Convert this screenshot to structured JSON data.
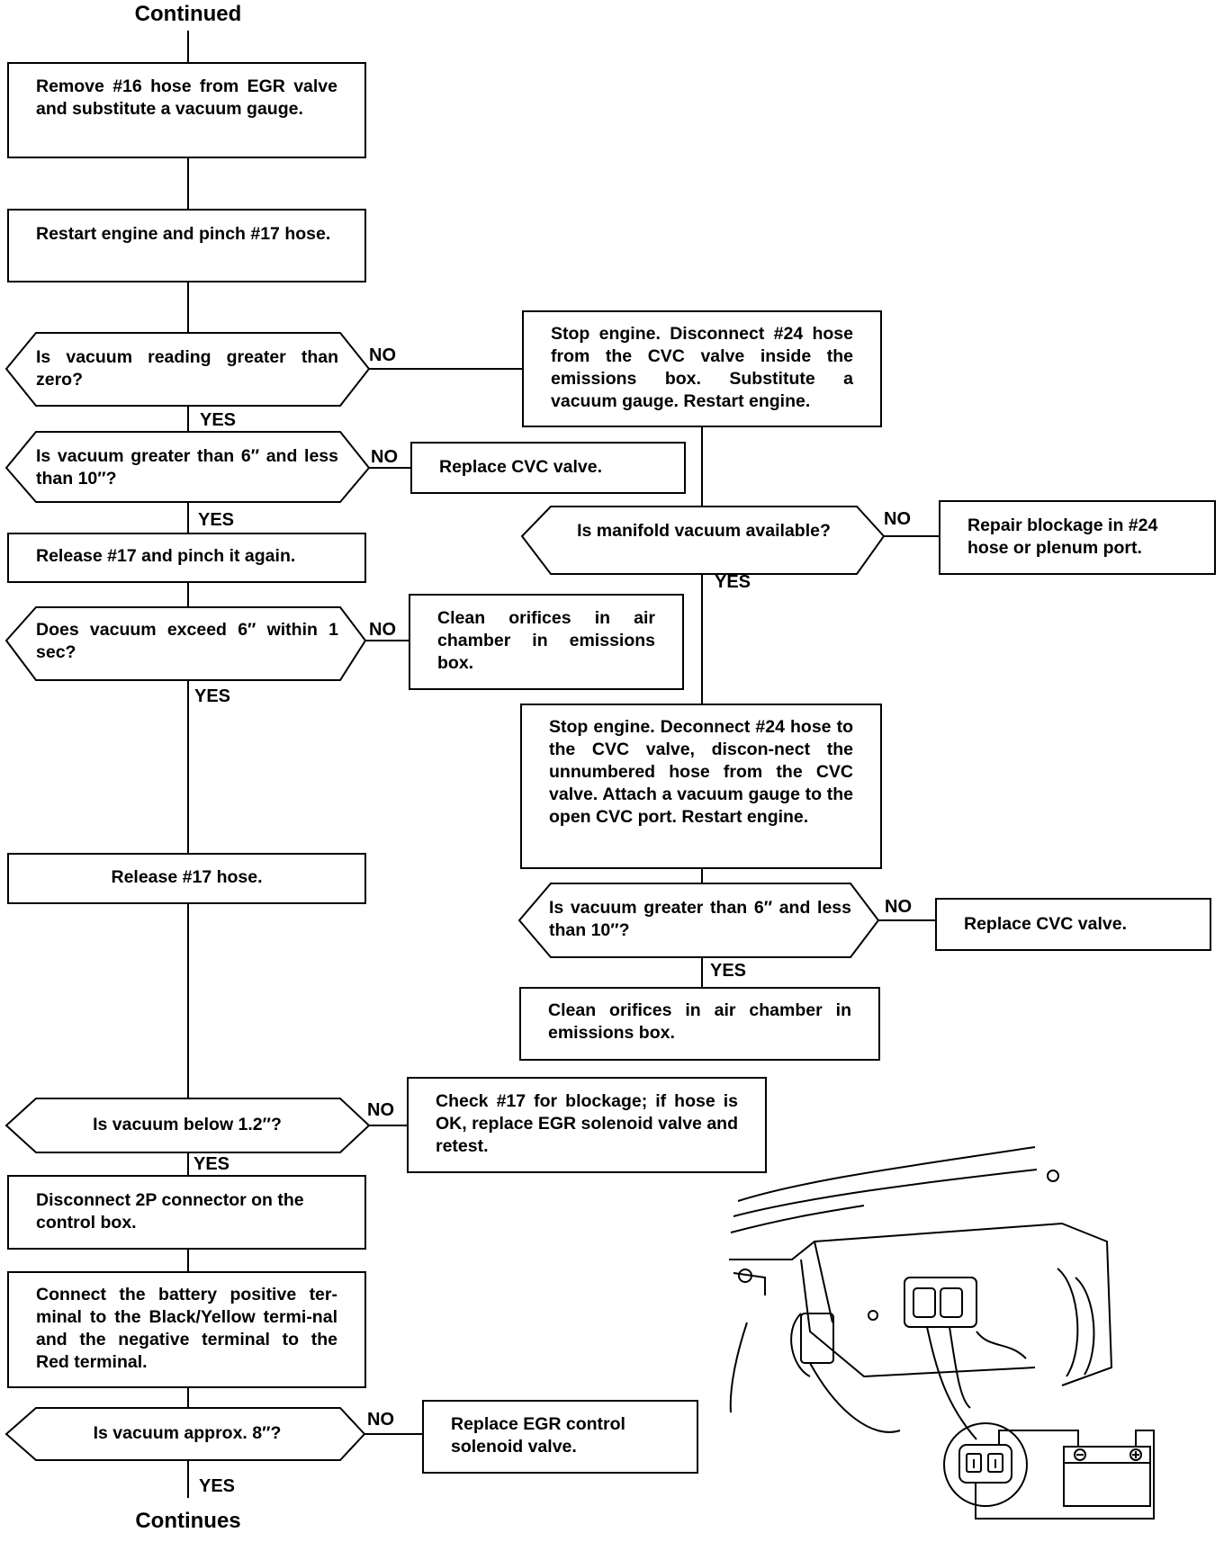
{
  "header": {
    "top": "Continued",
    "bottom": "Continues"
  },
  "labels": {
    "yes": "YES",
    "no": "NO"
  },
  "steps": {
    "s1": "Remove #16 hose from EGR valve and substitute a vacuum gauge.",
    "s2": "Restart engine and pinch #17 hose.",
    "q1": "Is vacuum reading greater than zero?",
    "r1": "Stop engine. Disconnect #24 hose from the CVC valve inside the emissions box. Substitute a vacuum gauge. Restart engine.",
    "q2": "Is vacuum greater than 6″ and less than 10″?",
    "r2": "Replace CVC valve.",
    "q3": "Is manifold vacuum available?",
    "r3": "Repair blockage in #24 hose or plenum port.",
    "s3": "Release #17 and pinch it again.",
    "q4": "Does vacuum exceed 6″ within 1 sec?",
    "r4": "Clean orifices in air chamber in emissions box.",
    "r5": "Stop engine. Deconnect #24 hose to the CVC valve, discon-nect the unnumbered hose from the CVC valve. Attach a vacuum gauge to the open CVC port. Restart engine.",
    "s4": "Release #17 hose.",
    "q5": "Is vacuum greater than 6″ and less than 10″?",
    "r6": "Replace CVC valve.",
    "r7": "Clean orifices in air chamber in emissions box.",
    "q6": "Is vacuum below 1.2″?",
    "r8": "Check #17 for blockage; if hose is OK, replace EGR solenoid valve and retest.",
    "s5": "Disconnect 2P connector on the control box.",
    "s6": "Connect the battery positive ter-minal to the Black/Yellow termi-nal and the negative terminal to the Red terminal.",
    "q7": "Is vacuum approx. 8″?",
    "r9": "Replace EGR control solenoid valve."
  }
}
